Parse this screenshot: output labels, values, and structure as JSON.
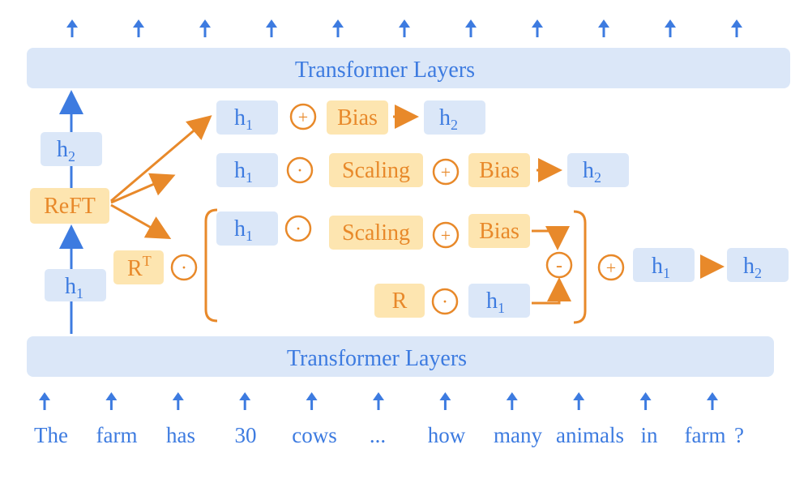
{
  "layers": {
    "top_label": "Transformer Layers",
    "bottom_label": "Transformer Layers"
  },
  "left_stack": {
    "h2": "h",
    "h2_sub": "2",
    "reft": "ReFT",
    "h1": "h",
    "h1_sub": "1"
  },
  "row1": {
    "h1": "h",
    "h1_sub": "1",
    "op": "+",
    "bias": "Bias",
    "h2": "h",
    "h2_sub": "2"
  },
  "row2": {
    "h1": "h",
    "h1_sub": "1",
    "op_mul": "·",
    "scaling": "Scaling",
    "op_add": "+",
    "bias": "Bias",
    "h2": "h",
    "h2_sub": "2"
  },
  "row3": {
    "rt": "R",
    "rt_sup": "T",
    "op_outer": "·",
    "h1": "h",
    "h1_sub": "1",
    "op_mul": "·",
    "scaling": "Scaling",
    "op_add": "+",
    "bias": "Bias",
    "r": "R",
    "op_r": "·",
    "h1b": "h",
    "h1b_sub": "1",
    "op_minus": "-",
    "op_plus": "+",
    "h1c": "h",
    "h1c_sub": "1",
    "h2": "h",
    "h2_sub": "2"
  },
  "tokens": [
    "The",
    "farm",
    "has",
    "30",
    "cows",
    "...",
    "how",
    "many",
    "animals",
    "in",
    "farm",
    "?"
  ],
  "colors": {
    "blue": "#3d7be0",
    "blue_fill": "#dbe7f8",
    "orange": "#e8892a",
    "orange_fill": "#fde5b0"
  }
}
